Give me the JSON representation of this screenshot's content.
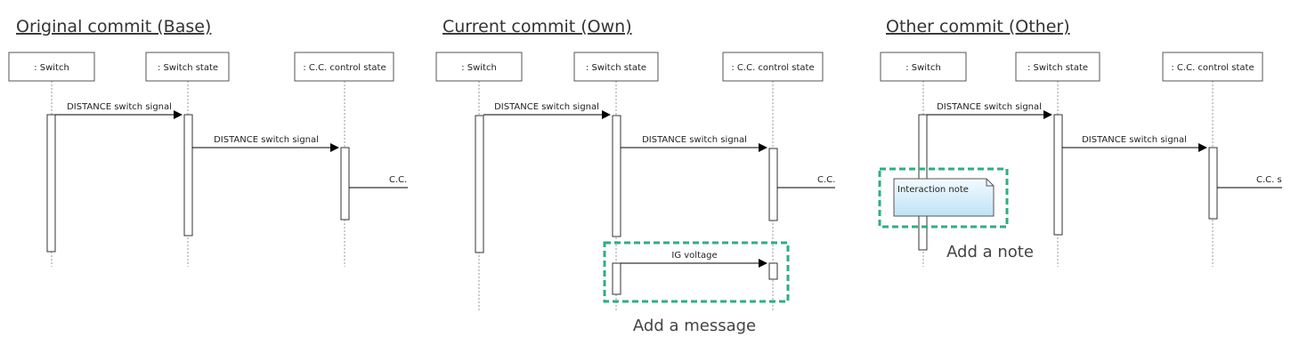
{
  "panels": [
    {
      "title": "Original commit (Base)",
      "objects": [
        ": Switch",
        ": Switch state",
        ": C.C. control state"
      ],
      "messages": [
        "DISTANCE switch signal",
        "DISTANCE switch signal",
        "C.C."
      ]
    },
    {
      "title": "Current commit (Own)",
      "objects": [
        ": Switch",
        ": Switch state",
        ": C.C. control state"
      ],
      "messages": [
        "DISTANCE switch signal",
        "DISTANCE switch signal",
        "C.C.",
        "IG voltage"
      ],
      "caption": "Add a message"
    },
    {
      "title": "Other commit (Other)",
      "objects": [
        ": Switch",
        ": Switch state",
        ": C.C. control state"
      ],
      "messages": [
        "DISTANCE switch signal",
        "DISTANCE switch signal",
        "C.C. s"
      ],
      "note": "Interaction note",
      "caption": "Add a note"
    }
  ],
  "colors": {
    "highlight": "#2fae7e",
    "note_fill_top": "#f4fbff",
    "note_fill_bottom": "#bfe2f7",
    "box_border": "#555555",
    "lifeline": "#999999"
  }
}
